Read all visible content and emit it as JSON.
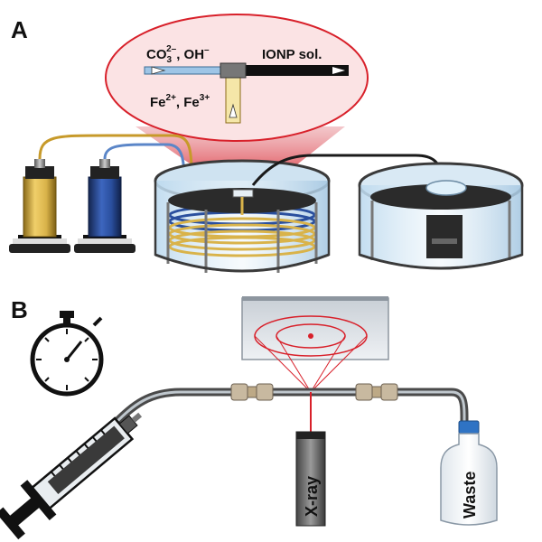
{
  "panels": {
    "a": {
      "letter": "A"
    },
    "b": {
      "letter": "B"
    }
  },
  "labels": {
    "reagents": "CO",
    "reagents_sub": "3",
    "reagents_sup": "2–",
    "reagents_tail": ", OH",
    "reagents_tail_sup": "–",
    "ionp": "IONP sol.",
    "iron": "Fe",
    "iron2_sup": "2+",
    "iron_mid": ", Fe",
    "iron3_sup": "3+",
    "xray": "X-ray",
    "waste": "Waste"
  },
  "colors": {
    "gold": "#d9b34a",
    "gold_dark": "#9b7a1f",
    "blue": "#2a4f9e",
    "blue_dark": "#1a2f66",
    "red": "#d8202a",
    "magnify_fill": "#f6c9cc",
    "vessel_rim": "#3a3a3a",
    "tube_light": "#9ec5e6",
    "black": "#111111"
  },
  "icons": {
    "stopwatch": "stopwatch-icon",
    "syringe": "syringe-icon"
  }
}
